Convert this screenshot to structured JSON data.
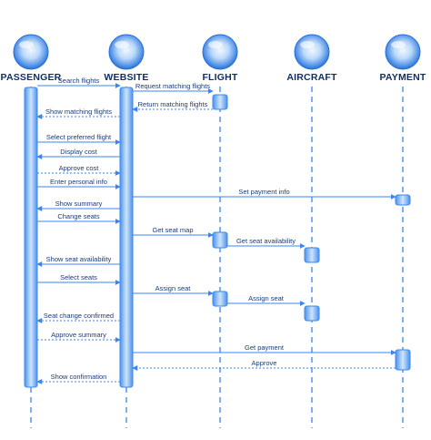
{
  "participants": [
    {
      "id": "passenger",
      "label": "PASSENGER"
    },
    {
      "id": "website",
      "label": "WEBSITE"
    },
    {
      "id": "flight",
      "label": "FLIGHT"
    },
    {
      "id": "aircraft",
      "label": "AIRCRAFT"
    },
    {
      "id": "payment",
      "label": "PAYMENT"
    }
  ],
  "messages": [
    {
      "from": "passenger",
      "to": "website",
      "label": "Search flights",
      "style": "solid"
    },
    {
      "from": "website",
      "to": "flight",
      "label": "Request matching flights",
      "style": "solid"
    },
    {
      "from": "flight",
      "to": "website",
      "label": "Return matching flights",
      "style": "dashed"
    },
    {
      "from": "website",
      "to": "passenger",
      "label": "Show matching flights",
      "style": "dashed"
    },
    {
      "from": "passenger",
      "to": "website",
      "label": "Select preferred flight",
      "style": "solid"
    },
    {
      "from": "website",
      "to": "passenger",
      "label": "Display cost",
      "style": "solid"
    },
    {
      "from": "passenger",
      "to": "website",
      "label": "Approve cost",
      "style": "dashed"
    },
    {
      "from": "passenger",
      "to": "website",
      "label": "Enter personal info",
      "style": "solid"
    },
    {
      "from": "website",
      "to": "payment",
      "label": "Set payment info",
      "style": "solid"
    },
    {
      "from": "website",
      "to": "passenger",
      "label": "Show summary",
      "style": "solid"
    },
    {
      "from": "passenger",
      "to": "website",
      "label": "Change seats",
      "style": "solid"
    },
    {
      "from": "website",
      "to": "flight",
      "label": "Get seat map",
      "style": "solid"
    },
    {
      "from": "flight",
      "to": "aircraft",
      "label": "Get seat availability",
      "style": "solid"
    },
    {
      "from": "website",
      "to": "passenger",
      "label": "Show seat availability",
      "style": "solid"
    },
    {
      "from": "passenger",
      "to": "website",
      "label": "Select seats",
      "style": "solid"
    },
    {
      "from": "website",
      "to": "flight",
      "label": "Assign seat",
      "style": "solid"
    },
    {
      "from": "flight",
      "to": "aircraft",
      "label": "Assign seat",
      "style": "solid"
    },
    {
      "from": "website",
      "to": "passenger",
      "label": "Seat change confirmed",
      "style": "dashed"
    },
    {
      "from": "passenger",
      "to": "website",
      "label": "Approve summary",
      "style": "dashed"
    },
    {
      "from": "website",
      "to": "payment",
      "label": "Get payment",
      "style": "solid"
    },
    {
      "from": "payment",
      "to": "website",
      "label": "Approve",
      "style": "dashed"
    },
    {
      "from": "website",
      "to": "passenger",
      "label": "Show confirmation",
      "style": "dashed"
    }
  ],
  "colors": {
    "line": "#3a86f0",
    "activation_fill": "#7db8f7",
    "text": "#1b3b73",
    "actor_text": "#0f2f66",
    "sphere_light": "#eaf3ff",
    "sphere_dark": "#2a6fd6"
  }
}
